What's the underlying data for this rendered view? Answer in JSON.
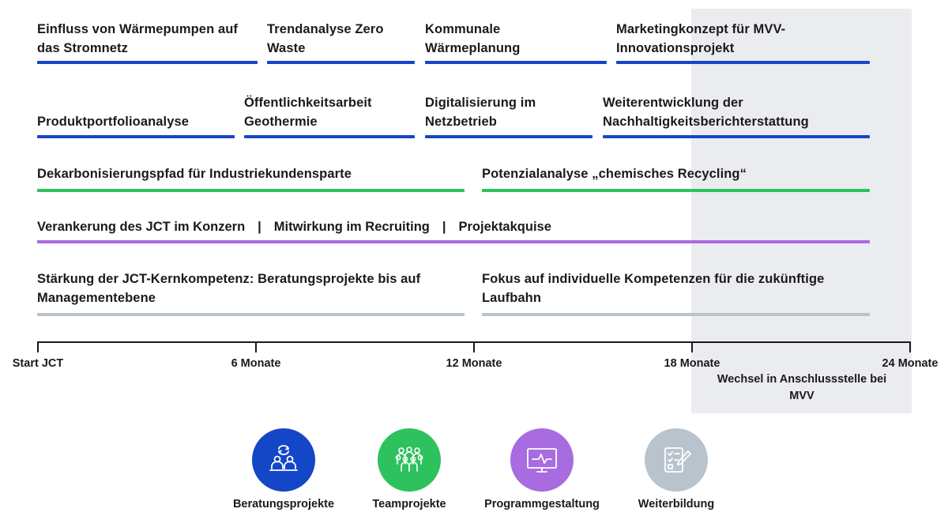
{
  "projects_row1": [
    {
      "label": "Einfluss von Wärmepumpen auf das Stromnetz",
      "color": "#1446c8"
    },
    {
      "label": "Trendanalyse Zero Waste",
      "color": "#1446c8"
    },
    {
      "label": "Kommunale Wärmeplanung",
      "color": "#1446c8"
    },
    {
      "label": "Marketingkonzept für MVV-Innovationsprojekt",
      "color": "#1446c8"
    }
  ],
  "projects_row2": [
    {
      "label": "Produktportfolioanalyse",
      "color": "#1446c8"
    },
    {
      "label": "Öffentlichkeitsarbeit Geothermie",
      "color": "#1446c8"
    },
    {
      "label": "Digitalisierung im Netzbetrieb",
      "color": "#1446c8"
    },
    {
      "label": "Weiterentwicklung der Nachhaltigkeitsberichterstattung",
      "color": "#1446c8"
    }
  ],
  "team_projects": [
    {
      "label": "Dekarbonisierungspfad für Industriekundensparte",
      "color": "#2dc25e"
    },
    {
      "label": "Potenzialanalyse „chemisches Recycling“",
      "color": "#2dc25e"
    }
  ],
  "program": {
    "parts": [
      "Verankerung des JCT im Konzern",
      "Mitwirkung im Recruiting",
      "Projektakquise"
    ],
    "separator": "|",
    "color": "#a86be0"
  },
  "training": [
    {
      "label": "Stärkung der JCT-Kernkompetenz: Beratungsprojekte bis auf Managementebene",
      "color": "#b9c3cd"
    },
    {
      "label": "Fokus auf individuelle Kompetenzen für die zukünftige Laufbahn",
      "color": "#b9c3cd"
    }
  ],
  "timeline": {
    "ticks": [
      "Start JCT",
      "6 Monate",
      "12 Monate",
      "18 Monate",
      "24 Monate"
    ],
    "note": "Wechsel in Anschlussstelle bei MVV"
  },
  "legend": [
    {
      "label": "Beratungsprojekte",
      "color": "#1446c8",
      "icon": "consulting-icon"
    },
    {
      "label": "Teamprojekte",
      "color": "#2dc25e",
      "icon": "team-icon"
    },
    {
      "label": "Programmgestaltung",
      "color": "#a86be0",
      "icon": "monitor-icon"
    },
    {
      "label": "Weiterbildung",
      "color": "#b9c3cd",
      "icon": "checklist-icon"
    }
  ]
}
